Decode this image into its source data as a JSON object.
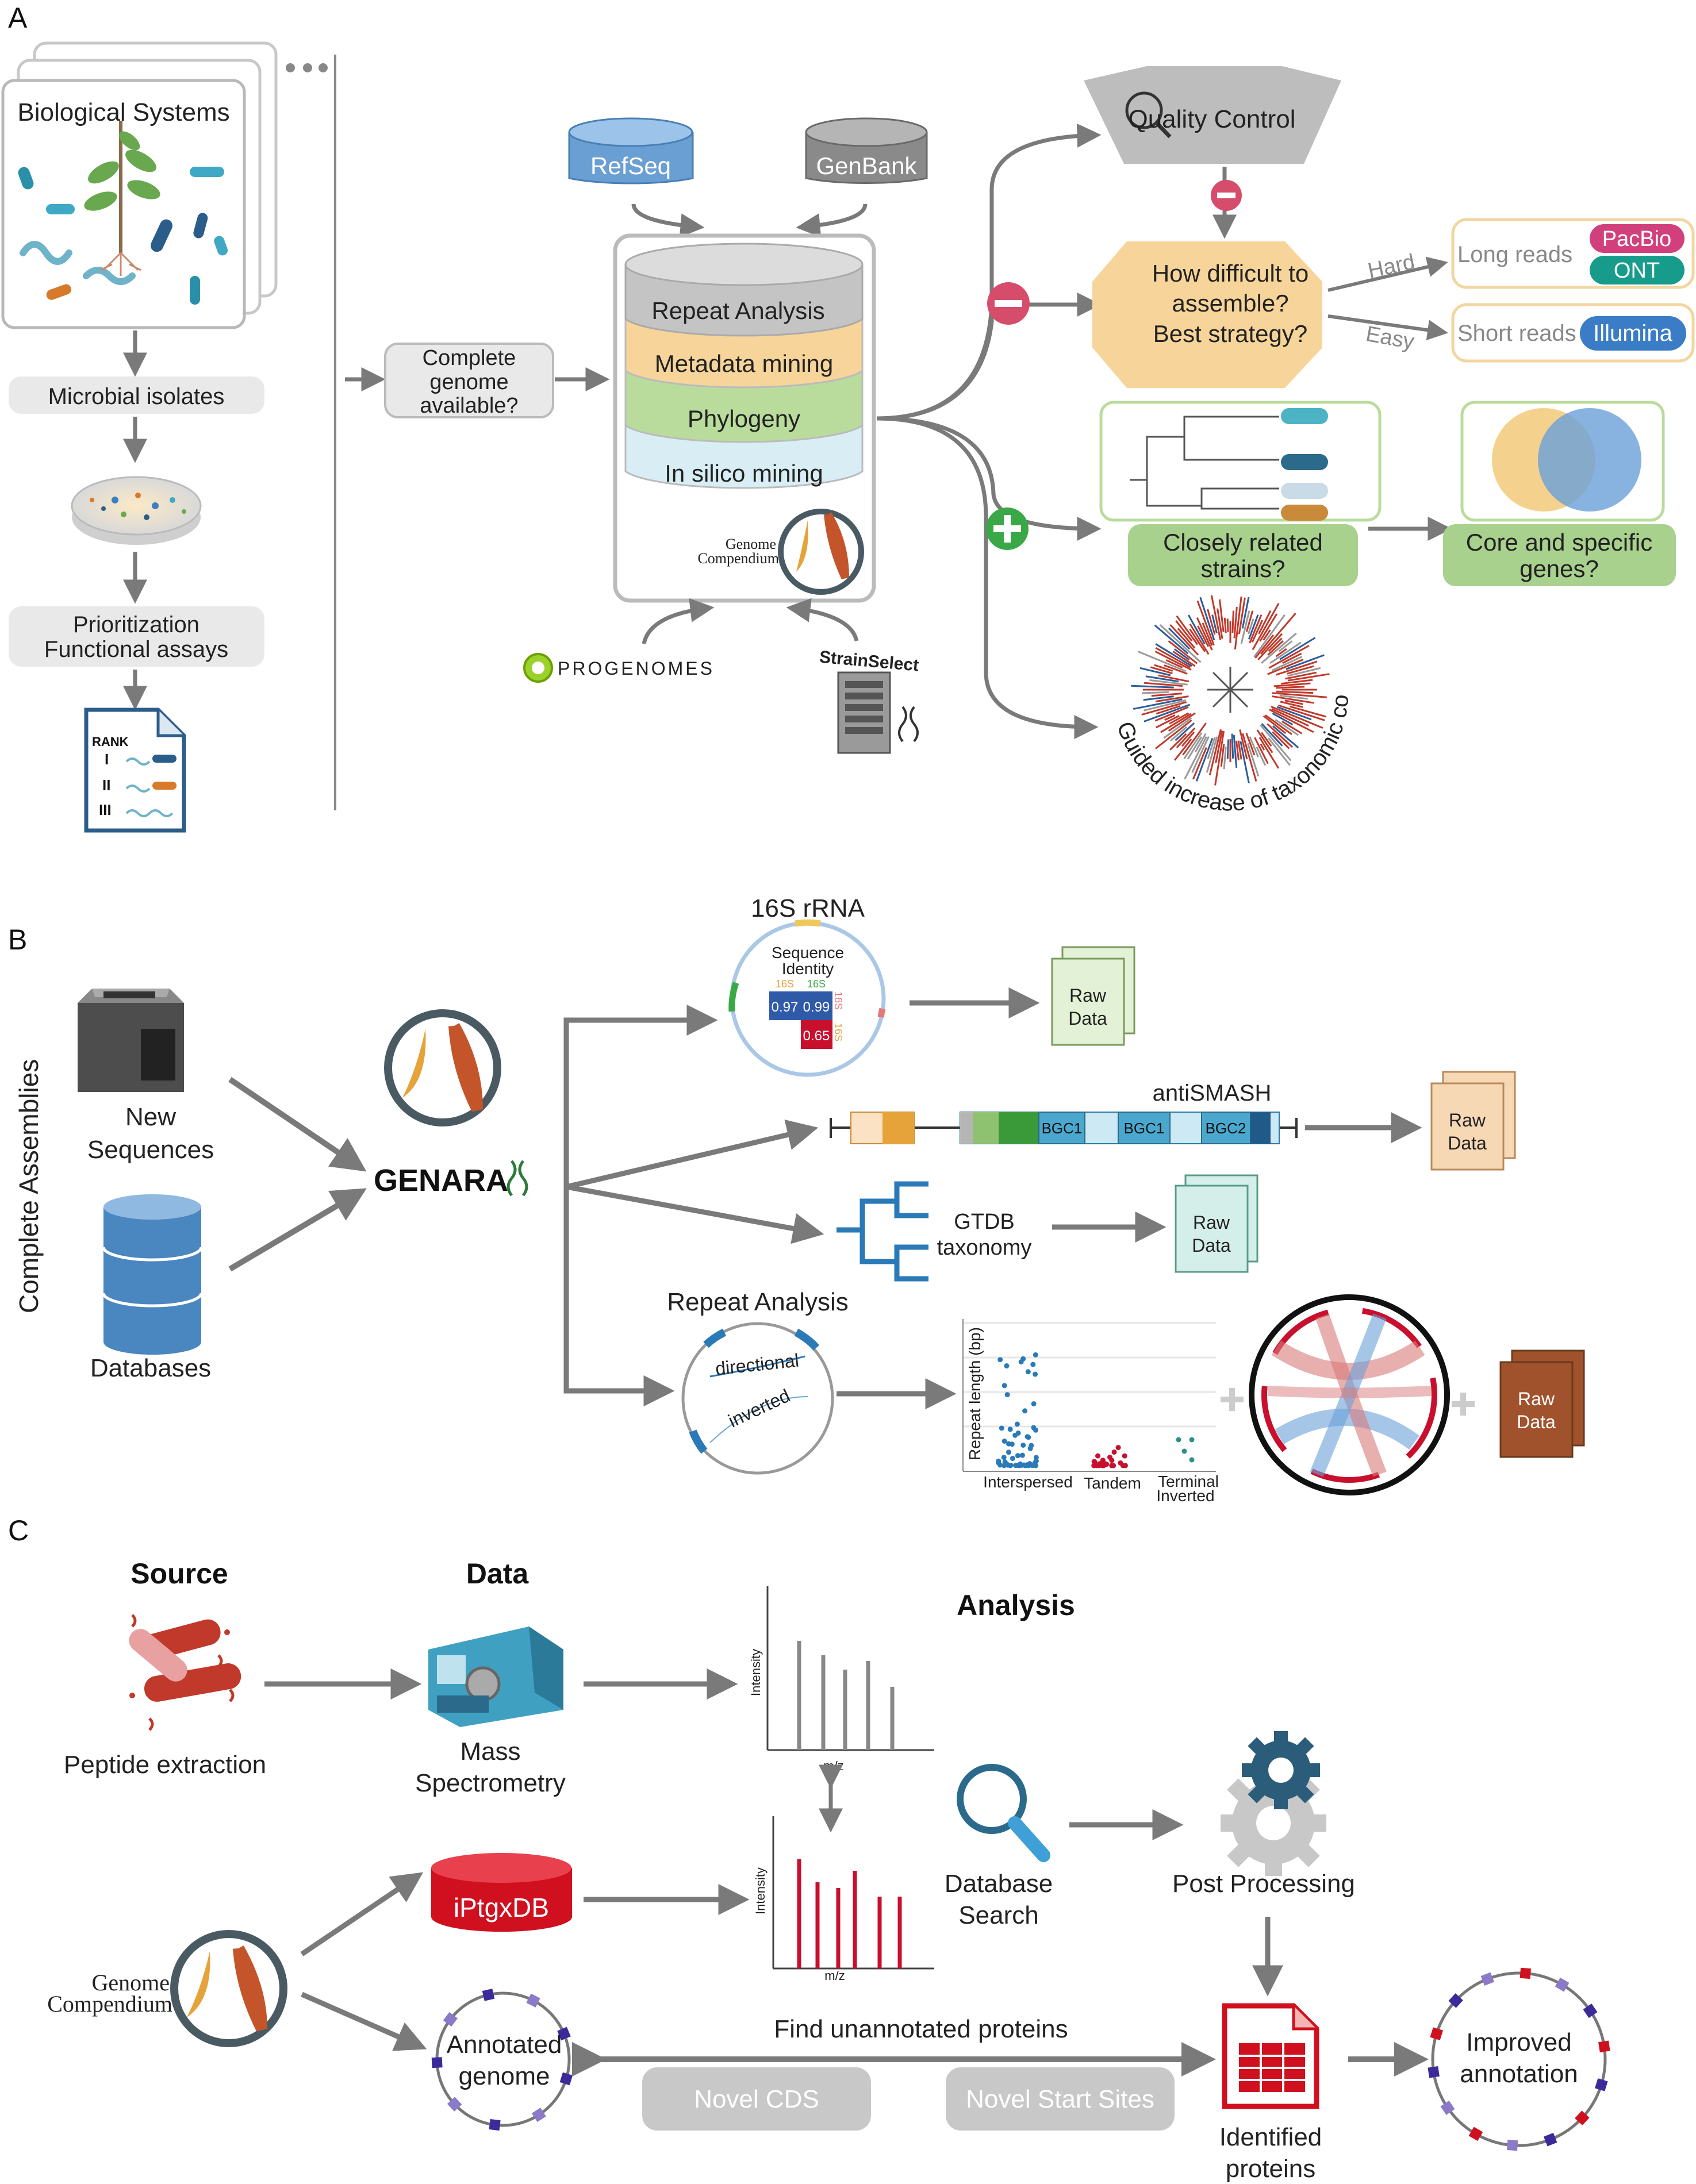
{
  "panels": {
    "a": "A",
    "b": "B",
    "c": "C"
  },
  "panel_a": {
    "bio_systems_title": "Biological Systems",
    "microbial_isolates": "Microbial isolates",
    "prioritization_line1": "Prioritization",
    "prioritization_line2": "Functional assays",
    "rank_label": "RANK",
    "rank_items": [
      "I",
      "II",
      "III"
    ],
    "complete_genome": [
      "Complete",
      "genome",
      "available?"
    ],
    "refseq": "RefSeq",
    "genbank": "GenBank",
    "layers": [
      "Repeat Analysis",
      "Metadata mining",
      "Phylogeny",
      "In silico mining"
    ],
    "genome_compendium": [
      "Genome",
      "Compendium"
    ],
    "progenomes": "PROGENOMES",
    "strainselect": "StrainSelect",
    "quality_control": "Quality Control",
    "difficulty": [
      "How difficult to",
      "assemble?",
      "Best strategy?"
    ],
    "hard": "Hard",
    "easy": "Easy",
    "long_reads": "Long reads",
    "short_reads": "Short reads",
    "pacbio": "PacBio",
    "ont": "ONT",
    "illumina": "Illumina",
    "closely_related": [
      "Closely related",
      "strains?"
    ],
    "core_specific": [
      "Core and specific",
      "genes?"
    ],
    "guided_coverage": "Guided increase of taxonomic coverage"
  },
  "panel_b": {
    "side_label": "Complete Assemblies",
    "new_sequences": [
      "New",
      "Sequences"
    ],
    "databases": "Databases",
    "genara": "GENARA",
    "rrna_title": "16S rRNA",
    "seq_identity": [
      "Sequence",
      "Identity"
    ],
    "sixteen_s": "16S",
    "identity_values": [
      "0.97",
      "0.99",
      "0.65"
    ],
    "antismash": "antiSMASH",
    "bgc": [
      "BGC1",
      "BGC1",
      "BGC2"
    ],
    "gtdb": [
      "GTDB",
      "taxonomy"
    ],
    "raw_data": [
      "Raw",
      "Data"
    ],
    "repeat_analysis": "Repeat Analysis",
    "directional": "directional",
    "inverted": "inverted",
    "y_axis": "Repeat length (bp)",
    "x_categories": [
      "Interspersed",
      "Tandem",
      "Terminal",
      "Inverted"
    ]
  },
  "panel_c": {
    "source": "Source",
    "data": "Data",
    "analysis": "Analysis",
    "peptide_extraction": "Peptide extraction",
    "mass_spec": [
      "Mass",
      "Spectrometry"
    ],
    "intensity": "Intensity",
    "mz": "m/z",
    "iptgxdb": "iPtgxDB",
    "database_search": [
      "Database",
      "Search"
    ],
    "post_processing": "Post Processing",
    "genome_compendium": [
      "Genome",
      "Compendium"
    ],
    "annotated_genome": [
      "Annotated",
      "genome"
    ],
    "find_unannotated": "Find unannotated proteins",
    "novel_cds": "Novel CDS",
    "novel_start": "Novel Start Sites",
    "identified_proteins": [
      "Identified",
      "proteins"
    ],
    "improved_annotation": [
      "Improved",
      "annotation"
    ]
  },
  "colors": {
    "arrow": "#7a7a7a",
    "orange": "#e5a33a",
    "rust": "#c4552b",
    "ring": "#4a5a63",
    "green_box": "#a9d18e",
    "red": "#c8102e",
    "blue": "#2e75b6"
  }
}
